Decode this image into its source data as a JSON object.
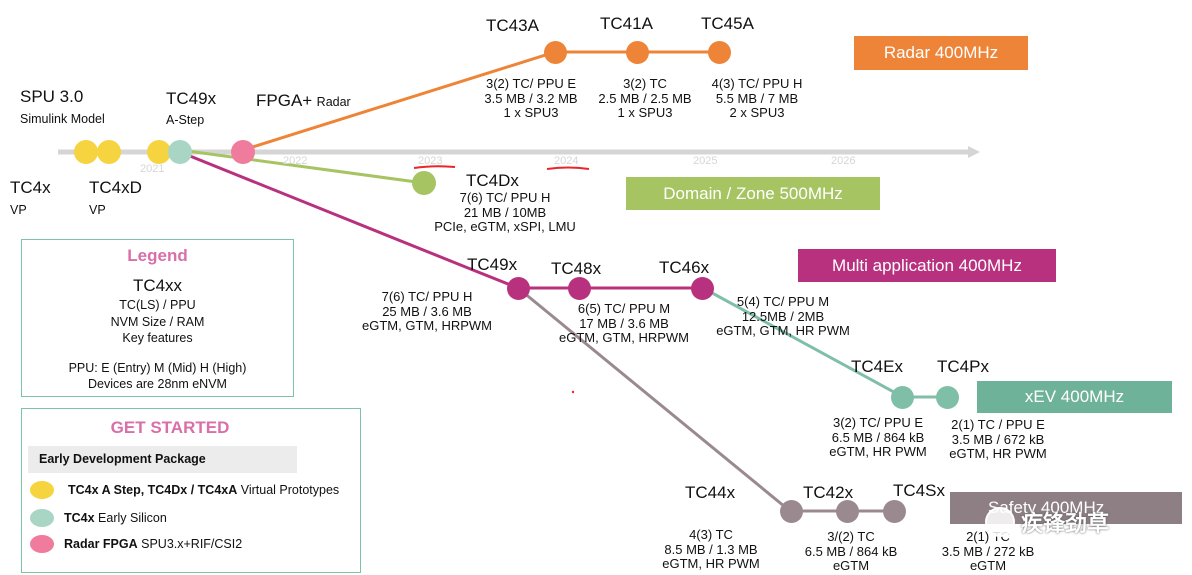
{
  "years": [
    "2021",
    "2022",
    "2023",
    "2024",
    "2025",
    "2026"
  ],
  "chips": {
    "spu": {
      "name": "SPU 3.0",
      "sub": "Simulink Model"
    },
    "tc4x": {
      "name": "TC4x",
      "sub": "VP"
    },
    "tc4xd": {
      "name": "TC4xD",
      "sub": "VP"
    },
    "tc49x_astep": {
      "name": "TC49x",
      "sub": "A-Step"
    },
    "fpga": {
      "name": "FPGA+",
      "sub": "Radar"
    },
    "tc43a": {
      "name": "TC43A",
      "specs": [
        "3(2) TC/ PPU E",
        "3.5 MB / 3.2 MB",
        "1 x SPU3"
      ]
    },
    "tc41a": {
      "name": "TC41A",
      "specs": [
        "3(2) TC",
        "2.5 MB / 2.5 MB",
        "1 x SPU3"
      ]
    },
    "tc45a": {
      "name": "TC45A",
      "specs": [
        "4(3) TC/ PPU H",
        "5.5 MB / 7 MB",
        "2 x SPU3"
      ]
    },
    "tc4dx": {
      "name": "TC4Dx",
      "specs": [
        "7(6) TC/ PPU H",
        "21 MB / 10MB",
        "PCIe, eGTM, xSPI, LMU"
      ]
    },
    "tc49x": {
      "name": "TC49x",
      "specs": [
        "7(6) TC/ PPU H",
        "25 MB / 3.6 MB",
        "eGTM, GTM, HRPWM"
      ]
    },
    "tc48x": {
      "name": "TC48x",
      "specs": [
        "6(5) TC/ PPU M",
        "17 MB / 3.6 MB",
        "eGTM, GTM, HRPWM"
      ]
    },
    "tc46x": {
      "name": "TC46x",
      "specs": [
        "5(4) TC/ PPU M",
        "12.5MB / 2MB",
        "eGTM, GTM, HR PWM"
      ]
    },
    "tc4ex": {
      "name": "TC4Ex",
      "specs": [
        "3(2) TC/ PPU E",
        "6.5 MB / 864 kB",
        "eGTM, HR PWM"
      ]
    },
    "tc4px": {
      "name": "TC4Px",
      "specs": [
        "2(1) TC / PPU E",
        "3.5 MB / 672 kB",
        "eGTM, HR PWM"
      ]
    },
    "tc44x": {
      "name": "TC44x",
      "specs": [
        "4(3) TC",
        "8.5 MB / 1.3 MB",
        "eGTM, HR PWM"
      ]
    },
    "tc42x": {
      "name": "TC42x",
      "specs": [
        "3/(2) TC",
        "6.5 MB / 864 kB",
        "eGTM"
      ]
    },
    "tc4sx": {
      "name": "TC4Sx",
      "specs": [
        "2(1) TC",
        "3.5 MB / 272 kB",
        "eGTM"
      ]
    }
  },
  "banners": {
    "radar": {
      "label": "Radar 400MHz",
      "color": "#ee8437"
    },
    "domain": {
      "label": "Domain / Zone 500MHz",
      "color": "#a7c463"
    },
    "multi": {
      "label": "Multi application 400MHz",
      "color": "#b8317f"
    },
    "xev": {
      "label": "xEV 400MHz",
      "color": "#6fb29a"
    },
    "safety": {
      "label": "Safety 400MHz",
      "color": "#8d7f84"
    }
  },
  "legend": {
    "title": "Legend",
    "chip": "TC4xx",
    "lines": [
      "TC(LS) / PPU",
      "NVM Size / RAM",
      "Key features"
    ],
    "ppu_note": "PPU: E (Entry) M (Mid) H (High)",
    "devices_note": "Devices are 28nm eNVM"
  },
  "get_started": {
    "title": "GET STARTED",
    "package": "Early Development Package",
    "items": [
      {
        "bold": "TC4x A Step, TC4Dx / TC4xA",
        "rest": " Virtual Prototypes",
        "color": "#f5d440"
      },
      {
        "bold": "TC4x",
        "rest": " Early Silicon",
        "color": "#a9d5c4"
      },
      {
        "bold": "Radar FPGA",
        "rest": " SPU3.x+RIF/CSI2",
        "color": "#ef7c9c"
      }
    ]
  },
  "watermark": "疾锋劲草",
  "colors": {
    "radar_line": "#ee8437",
    "domain_line": "#a7c463",
    "multi_line": "#b8317f",
    "xev_line": "#7fbfa8",
    "safety_line": "#9a8a8f",
    "timeline": "#d5d5d5",
    "underline": "#e8262b"
  }
}
